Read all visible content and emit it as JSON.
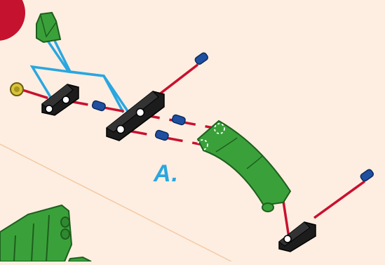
{
  "diagram": {
    "step_label": "A.",
    "colors": {
      "background": "#fdeee1",
      "guide_line": "#c9102e",
      "blue_line": "#2aa6e0",
      "green_part": "#3aa13a",
      "dark_part": "#1c1c1c",
      "connector_peg": "#1f4fa0",
      "step_badge": "#c4122f"
    },
    "parts": [
      "green-wedge-piece",
      "gold-nut",
      "black-hinge-block",
      "black-double-hinge-block",
      "blue-connector-peg",
      "curved-green-panel",
      "black-hinge-block-small",
      "green-base-assembly"
    ]
  }
}
